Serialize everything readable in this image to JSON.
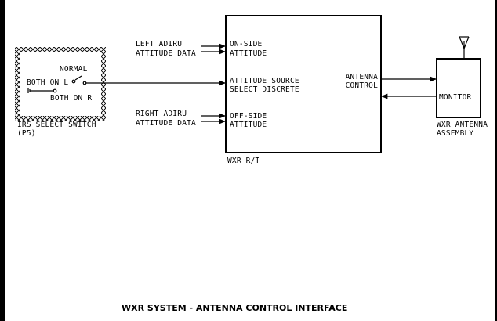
{
  "diagram": {
    "title": "WXR SYSTEM - ANTENNA CONTROL INTERFACE",
    "irs_switch": {
      "label_line1": "IRS SELECT SWITCH",
      "label_line2": "(P5)",
      "pos_normal": "NORMAL",
      "pos_left": "BOTH ON L",
      "pos_right": "BOTH ON R"
    },
    "left_adiru": {
      "line1": "LEFT ADIRU",
      "line2": "ATTITUDE DATA"
    },
    "right_adiru": {
      "line1": "RIGHT ADIRU",
      "line2": "ATTITUDE DATA"
    },
    "rt": {
      "name": "WXR R/T",
      "on_side_1": "ON-SIDE",
      "on_side_2": "ATTITUDE",
      "source_1": "ATTITUDE SOURCE",
      "source_2": "SELECT DISCRETE",
      "off_side_1": "OFF-SIDE",
      "off_side_2": "ATTITUDE",
      "antenna_1": "ANTENNA",
      "antenna_2": "CONTROL"
    },
    "antenna_assembly": {
      "inner": "MONITOR",
      "label_line1": "WXR ANTENNA",
      "label_line2": "ASSEMBLY"
    }
  }
}
